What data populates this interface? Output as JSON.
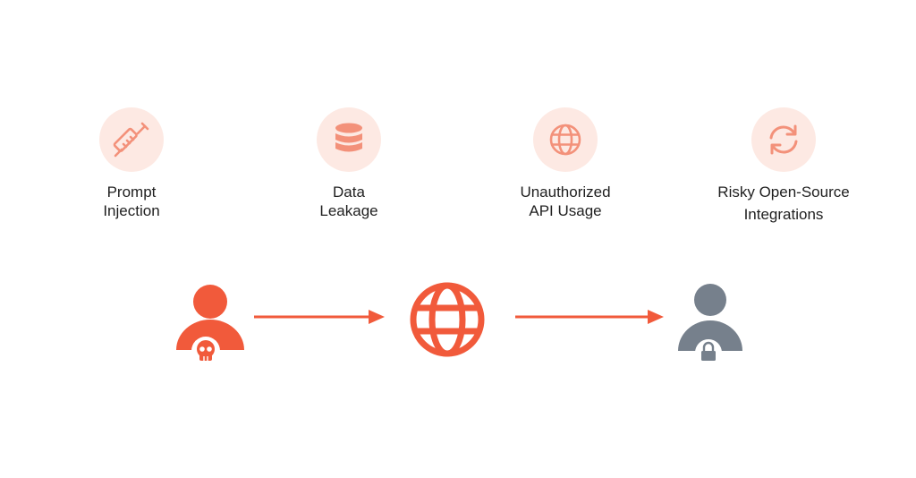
{
  "colors": {
    "accent": "#f15a3b",
    "badge_bg": "#fde9e3",
    "badge_icon": "#f3917a",
    "user_gray": "#76808c",
    "text": "#1f1f1f"
  },
  "risks": [
    {
      "icon": "syringe-icon",
      "label_lines": [
        "Prompt",
        "Injection"
      ]
    },
    {
      "icon": "database-icon",
      "label_lines": [
        "Data",
        "Leakage"
      ]
    },
    {
      "icon": "globe-icon",
      "label_lines": [
        "Unauthorized",
        "API Usage"
      ]
    },
    {
      "icon": "refresh-icon",
      "label_lines": [
        "Risky Open-Source",
        "Integrations"
      ]
    }
  ],
  "flow": {
    "source": "malicious-user-icon",
    "channel": "globe-icon",
    "target": "protected-user-icon"
  }
}
